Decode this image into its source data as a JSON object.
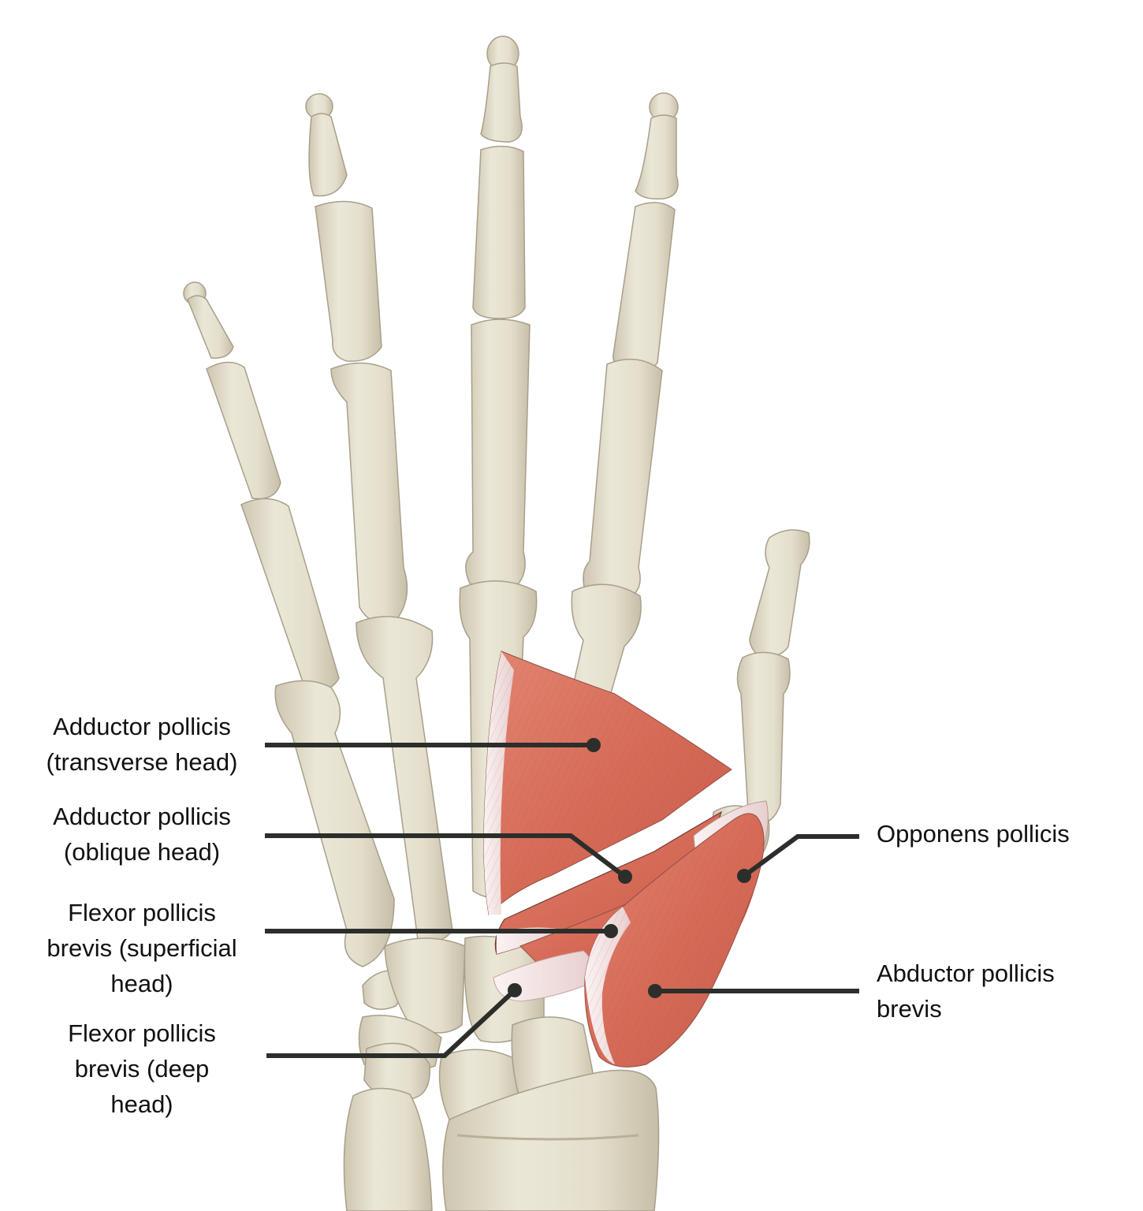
{
  "diagram": {
    "subject": "Thenar muscles of the hand, palmar view",
    "colors": {
      "background": "#ffffff",
      "bone_fill": "#e6e1cf",
      "bone_shade": "#cfc8b2",
      "bone_outline": "#9e9684",
      "muscle_fill": "#d8705e",
      "muscle_dark": "#c65a48",
      "tendon_fill": "#f3e6e6",
      "leader_line": "#2b2e2a",
      "label_text": "#111111"
    },
    "labels": {
      "adductor_transverse": {
        "line1": "Adductor pollicis",
        "line2": "(transverse head)"
      },
      "adductor_oblique": {
        "line1": "Adductor pollicis",
        "line2": "(oblique head)"
      },
      "fpb_superficial": {
        "line1": "Flexor pollicis",
        "line2": "brevis (superficial",
        "line3": "head)"
      },
      "fpb_deep": {
        "line1": "Flexor pollicis",
        "line2": "brevis (deep",
        "line3": "head)"
      },
      "opponens": {
        "line1": "Opponens pollicis"
      },
      "abductor": {
        "line1": "Abductor pollicis",
        "line2": "brevis"
      }
    }
  }
}
